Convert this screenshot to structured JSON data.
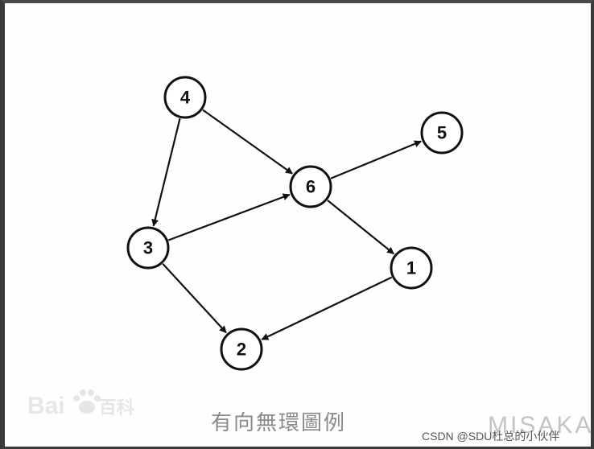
{
  "nodes": [
    {
      "id": "n4",
      "label": "4"
    },
    {
      "id": "n5",
      "label": "5"
    },
    {
      "id": "n6",
      "label": "6"
    },
    {
      "id": "n3",
      "label": "3"
    },
    {
      "id": "n1",
      "label": "1"
    },
    {
      "id": "n2",
      "label": "2"
    }
  ],
  "edges": [
    {
      "from": "4",
      "to": "3"
    },
    {
      "from": "4",
      "to": "6"
    },
    {
      "from": "3",
      "to": "6"
    },
    {
      "from": "6",
      "to": "5"
    },
    {
      "from": "6",
      "to": "1"
    },
    {
      "from": "3",
      "to": "2"
    },
    {
      "from": "1",
      "to": "2"
    }
  ],
  "caption": "有向無環圖例",
  "logo_text": "Bai",
  "logo_cn": "百科",
  "watermark_misaka": "MISAKA",
  "watermark_csdn": "CSDN @SDU杜总的小伙伴"
}
